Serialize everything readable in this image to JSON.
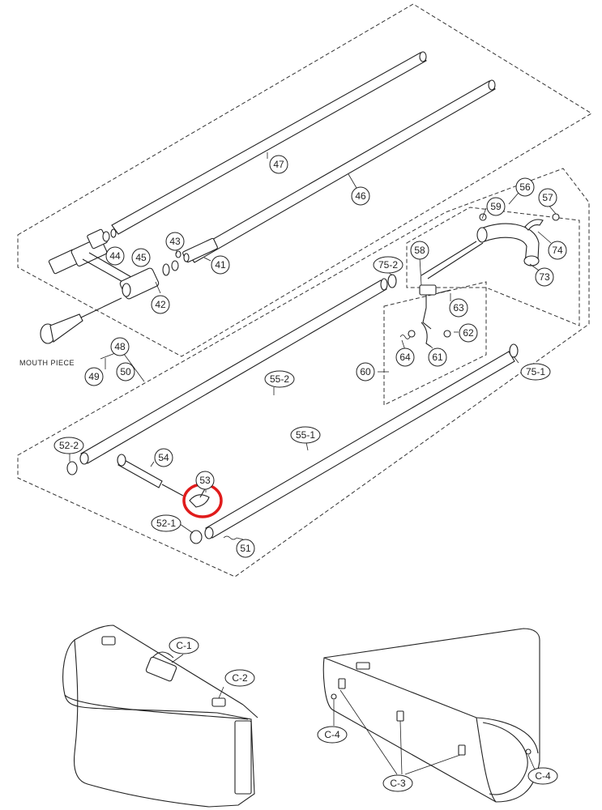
{
  "diagram": {
    "highlight_color": "#e01b1b",
    "ink_color": "#222222",
    "labels": {
      "mouthpiece": "MOUTH PIECE"
    },
    "callouts": [
      {
        "id": "p47",
        "text": "47"
      },
      {
        "id": "p46",
        "text": "46"
      },
      {
        "id": "p45",
        "text": "45"
      },
      {
        "id": "p44",
        "text": "44"
      },
      {
        "id": "p43",
        "text": "43"
      },
      {
        "id": "p41",
        "text": "41"
      },
      {
        "id": "p42",
        "text": "42"
      },
      {
        "id": "p48",
        "text": "48"
      },
      {
        "id": "p49",
        "text": "49"
      },
      {
        "id": "p50",
        "text": "50"
      },
      {
        "id": "p56",
        "text": "56"
      },
      {
        "id": "p57",
        "text": "57"
      },
      {
        "id": "p59",
        "text": "59"
      },
      {
        "id": "p74",
        "text": "74"
      },
      {
        "id": "p73",
        "text": "73"
      },
      {
        "id": "p58",
        "text": "58"
      },
      {
        "id": "p75_2",
        "text": "75-2"
      },
      {
        "id": "p63",
        "text": "63"
      },
      {
        "id": "p62",
        "text": "62"
      },
      {
        "id": "p64",
        "text": "64"
      },
      {
        "id": "p61",
        "text": "61"
      },
      {
        "id": "p60",
        "text": "60"
      },
      {
        "id": "p75_1",
        "text": "75-1"
      },
      {
        "id": "p55_2",
        "text": "55-2"
      },
      {
        "id": "p55_1",
        "text": "55-1"
      },
      {
        "id": "p52_2",
        "text": "52-2"
      },
      {
        "id": "p54",
        "text": "54"
      },
      {
        "id": "p53",
        "text": "53"
      },
      {
        "id": "p52_1",
        "text": "52-1"
      },
      {
        "id": "p51",
        "text": "51"
      },
      {
        "id": "c1",
        "text": "C-1"
      },
      {
        "id": "c2",
        "text": "C-2"
      },
      {
        "id": "c4a",
        "text": "C-4"
      },
      {
        "id": "c3",
        "text": "C-3"
      },
      {
        "id": "c4b",
        "text": "C-4"
      }
    ]
  }
}
